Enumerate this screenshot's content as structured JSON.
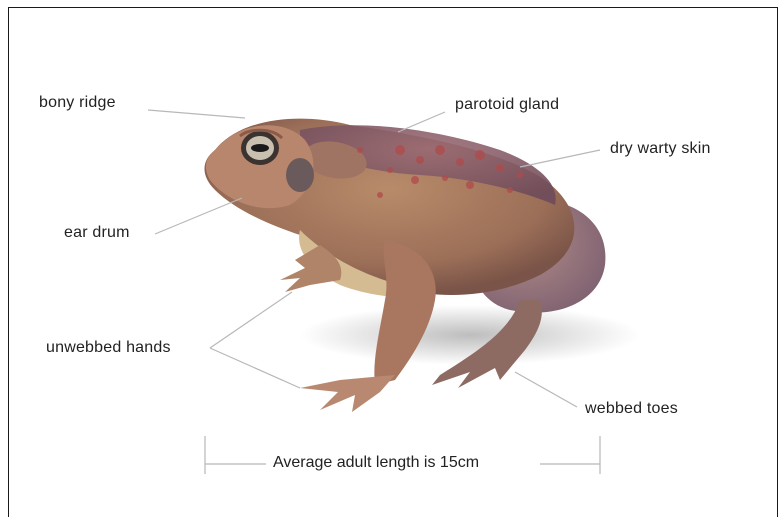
{
  "labels": {
    "bony_ridge": "bony ridge",
    "parotoid_gland": "parotoid gland",
    "dry_warty_skin": "dry warty skin",
    "ear_drum": "ear drum",
    "unwebbed_hands": "unwebbed hands",
    "webbed_toes": "webbed toes"
  },
  "scale": {
    "text": "Average adult length is 15cm"
  },
  "colors": {
    "leader_line": "#b8b8b8",
    "toad_body": "#a9765a",
    "toad_back": "#8a5a66",
    "toad_belly": "#d9bf94",
    "wart": "#b04a4a"
  }
}
